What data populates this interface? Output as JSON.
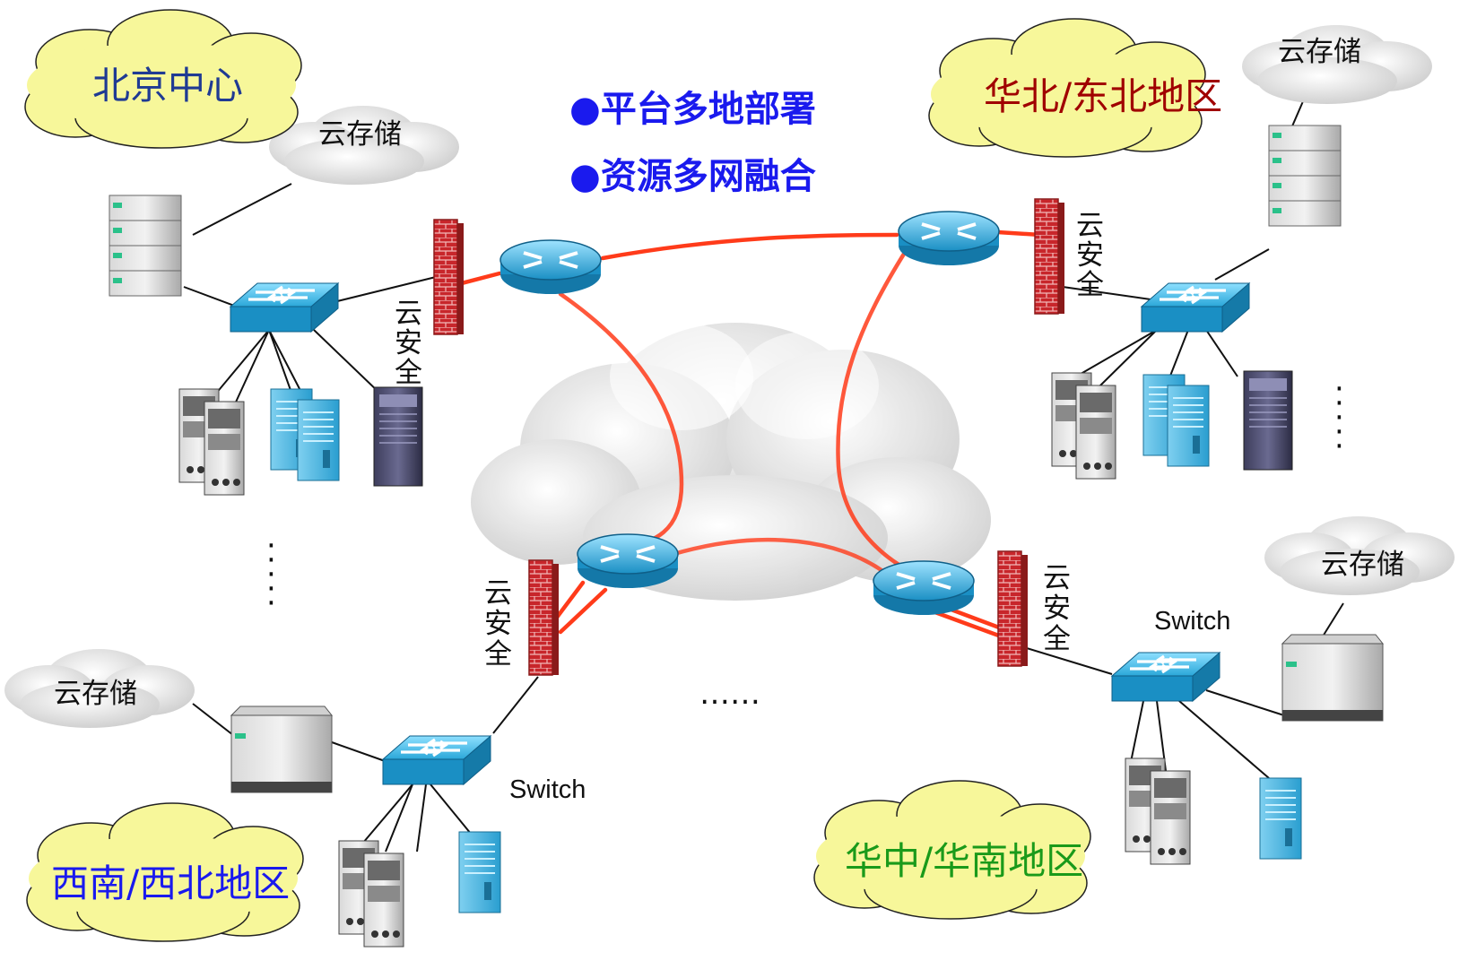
{
  "regions": {
    "beijing": "北京中心",
    "north_northeast": "华北/东北地区",
    "southwest_northwest": "西南/西北地区",
    "central_south": "华中/华南地区"
  },
  "bullets": {
    "line1": "●平台多地部署",
    "line2": "●资源多网融合"
  },
  "labels": {
    "cloud_storage": "云存储",
    "cloud_security_chars": [
      "云",
      "安",
      "全"
    ],
    "switch": "Switch",
    "ellipsis": "……",
    "vertical_dots": [
      "·",
      "·",
      "·",
      "·",
      "·"
    ]
  },
  "colors": {
    "region_beijing": "#1f3a93",
    "region_north": "#a00000",
    "region_southwest": "#1a1aee",
    "region_central": "#1a9a1a",
    "bubble_fill": "#f7f79a",
    "link_red": "#ff3b1a",
    "bullet_blue": "#1a1aee",
    "device_blue": "#2aa7d9",
    "firewall_red": "#c8262b"
  },
  "icons": [
    "cloud-icon",
    "router-icon",
    "switch-icon",
    "firewall-icon",
    "server-icon",
    "storage-icon"
  ]
}
